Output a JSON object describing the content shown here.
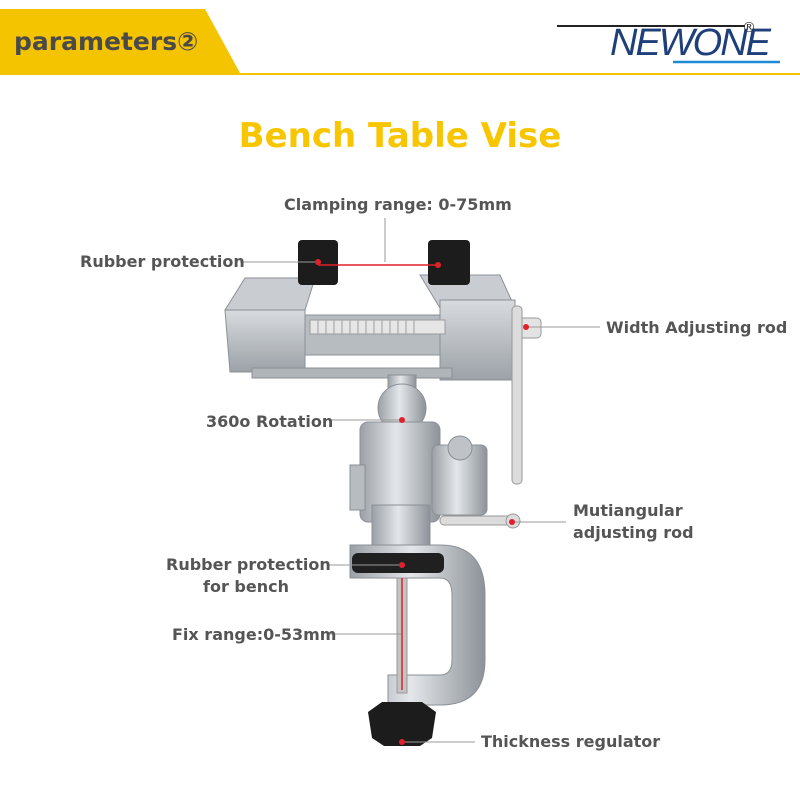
{
  "header": {
    "section_label": "parameters②",
    "brand_logo": "NEWONE",
    "brand_mark": "®",
    "accent_color": "#f5c400",
    "logo_blue": "#1f8bd6"
  },
  "title": "Bench Table Vise",
  "callouts": {
    "clamping_range": "Clamping range: 0-75mm",
    "rubber_protection": "Rubber protection",
    "width_rod": "Width Adjusting rod",
    "rotation": "360o Rotation",
    "multi_rod_line1": "Mutiangular",
    "multi_rod_line2": "adjusting rod",
    "bench_rubber_line1": "Rubber protection",
    "bench_rubber_line2": "for bench",
    "fix_range": "Fix range:0-53mm",
    "thickness": "Thickness regulator"
  }
}
